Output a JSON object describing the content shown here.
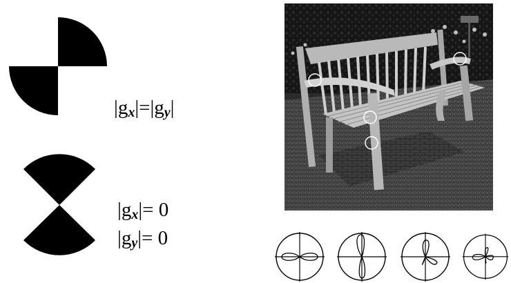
{
  "figure": {
    "equation_top": {
      "lhs_base": "g",
      "lhs_sub": "x",
      "rhs_base": "g",
      "rhs_sub": "y"
    },
    "equation_bottom": {
      "line1_base": "g",
      "line1_sub": "x",
      "line1_value": "0",
      "line2_base": "g",
      "line2_sub": "y",
      "line2_value": "0"
    },
    "photo": {
      "subject": "wooden-park-bench",
      "marked_points": 4
    },
    "polar_plots": {
      "count": 4,
      "lobes": [
        {
          "description": "horizontal"
        },
        {
          "description": "vertical"
        },
        {
          "description": "diagonal"
        },
        {
          "description": "multi-directional"
        }
      ]
    }
  }
}
